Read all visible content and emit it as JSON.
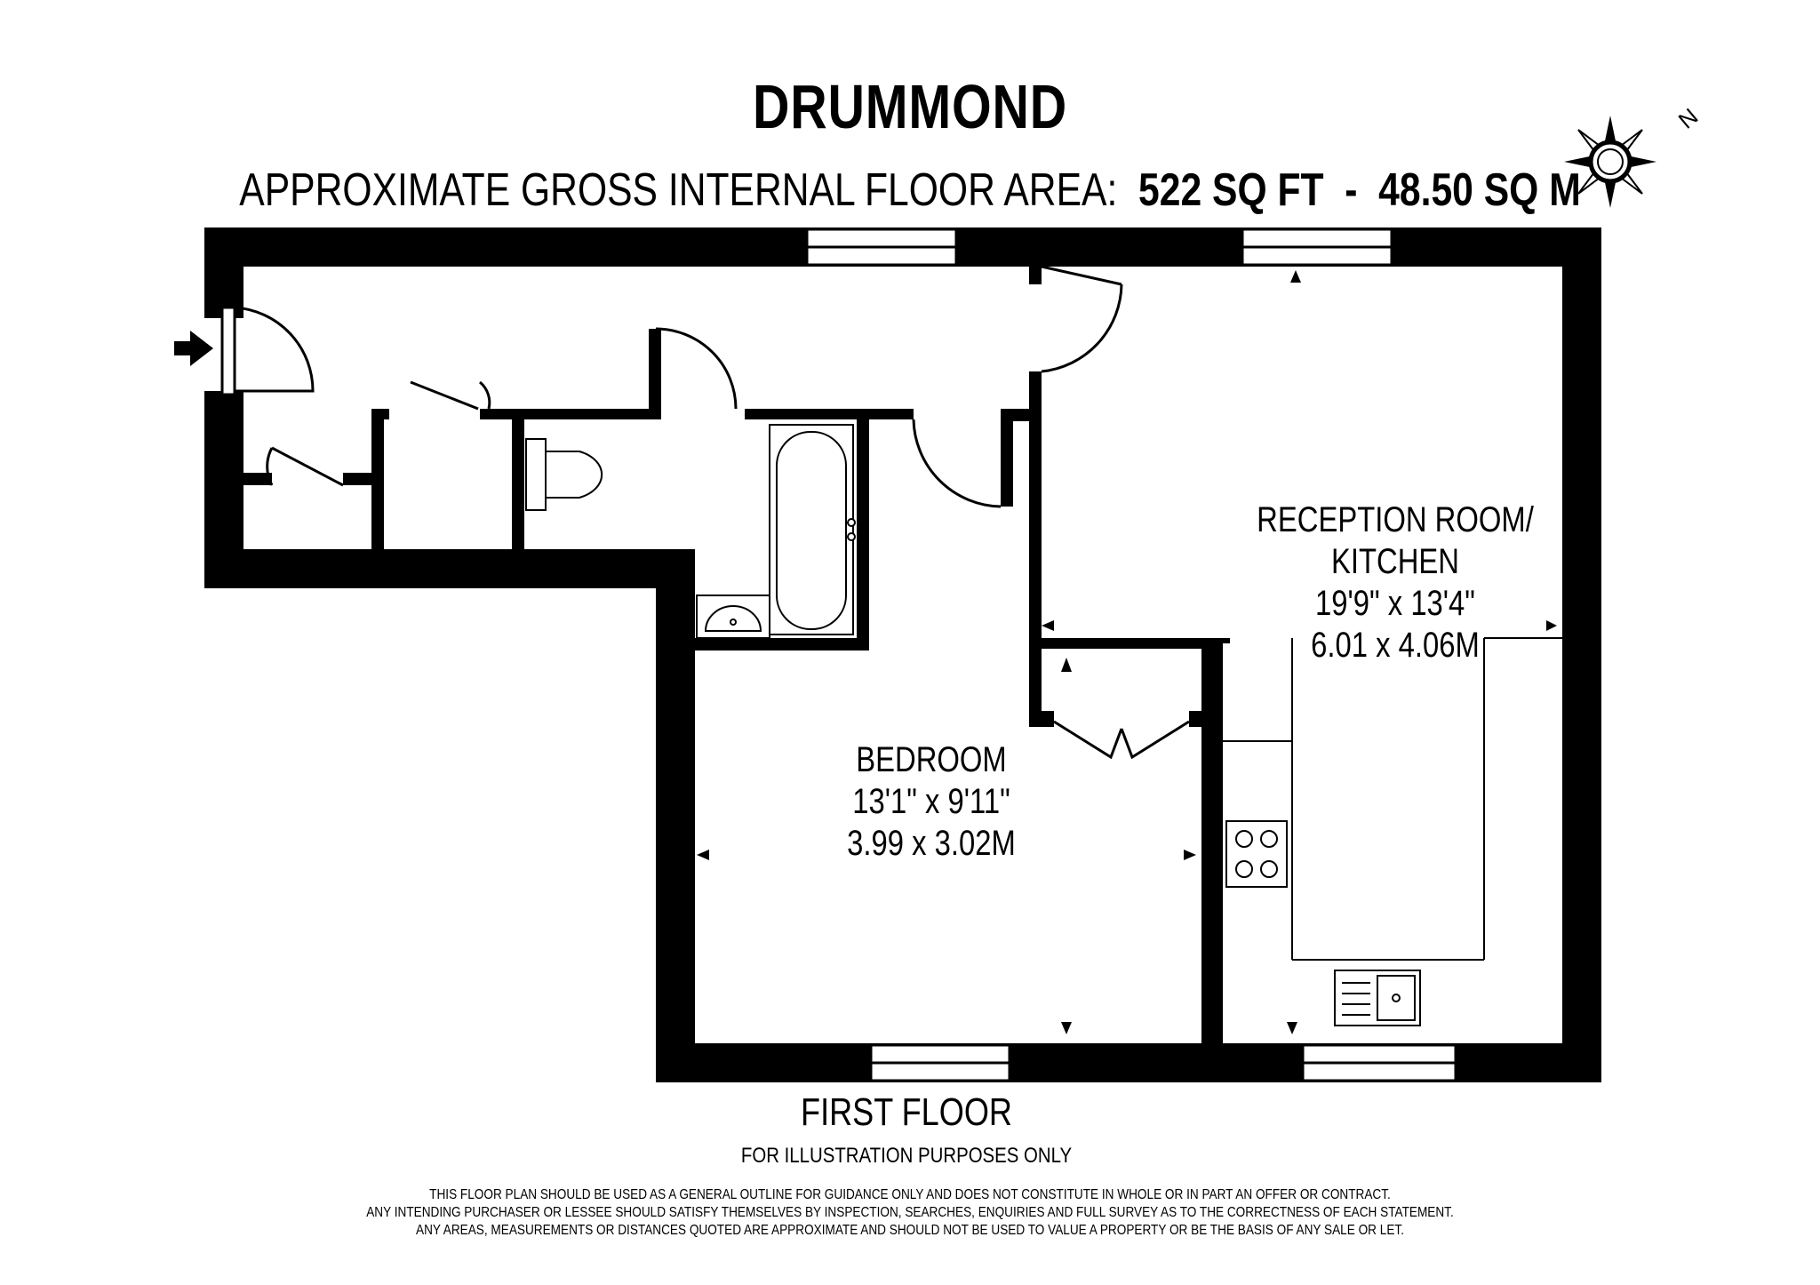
{
  "title": "DRUMMOND",
  "area": {
    "label": "APPROXIMATE GROSS INTERNAL FLOOR AREA:",
    "sq_ft": "522  SQ FT",
    "separator": "-",
    "sq_m": "48.50 SQ M"
  },
  "compass": {
    "north_label": "N"
  },
  "rooms": {
    "reception": {
      "name_line1": "RECEPTION ROOM/",
      "name_line2": "KITCHEN",
      "imperial": "19'9\" x 13'4\"",
      "metric": "6.01 x 4.06M"
    },
    "bedroom": {
      "name": "BEDROOM",
      "imperial": "13'1\" x 9'11\"",
      "metric": "3.99 x 3.02M"
    }
  },
  "floor_label": "FIRST FLOOR",
  "illustration_note": "FOR ILLUSTRATION PURPOSES ONLY",
  "disclaimer": [
    "THIS FLOOR PLAN SHOULD BE USED AS A GENERAL OUTLINE FOR GUIDANCE ONLY AND DOES NOT CONSTITUTE IN WHOLE OR IN PART AN OFFER OR CONTRACT.",
    "ANY INTENDING PURCHASER OR LESSEE SHOULD SATISFY THEMSELVES BY INSPECTION, SEARCHES, ENQUIRIES AND FULL SURVEY AS TO THE CORRECTNESS OF EACH STATEMENT.",
    "ANY AREAS, MEASUREMENTS OR DISTANCES QUOTED ARE APPROXIMATE AND SHOULD NOT BE USED TO VALUE A PROPERTY OR BE THE BASIS OF ANY SALE OR LET."
  ]
}
